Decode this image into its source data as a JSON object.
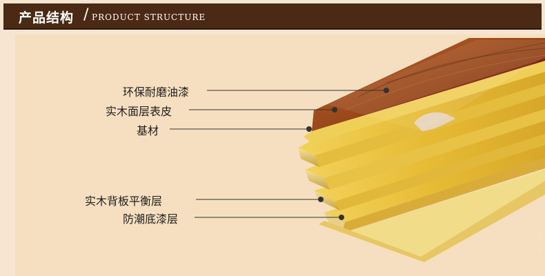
{
  "header": {
    "title_cn": "产品结构",
    "slash": "/",
    "title_en": "PRODUCT STRUCTURE"
  },
  "layers": [
    {
      "label": "环保耐磨油漆"
    },
    {
      "label": "实木面层表皮"
    },
    {
      "label": "基材"
    },
    {
      "label": "实木背板平衡层"
    },
    {
      "label": "防潮底漆层"
    }
  ],
  "colors": {
    "header_bg": "#4a2a14",
    "panel_bg": "#f6dfc0",
    "veneer": "#a04a1c",
    "core": "#e9c23c"
  }
}
